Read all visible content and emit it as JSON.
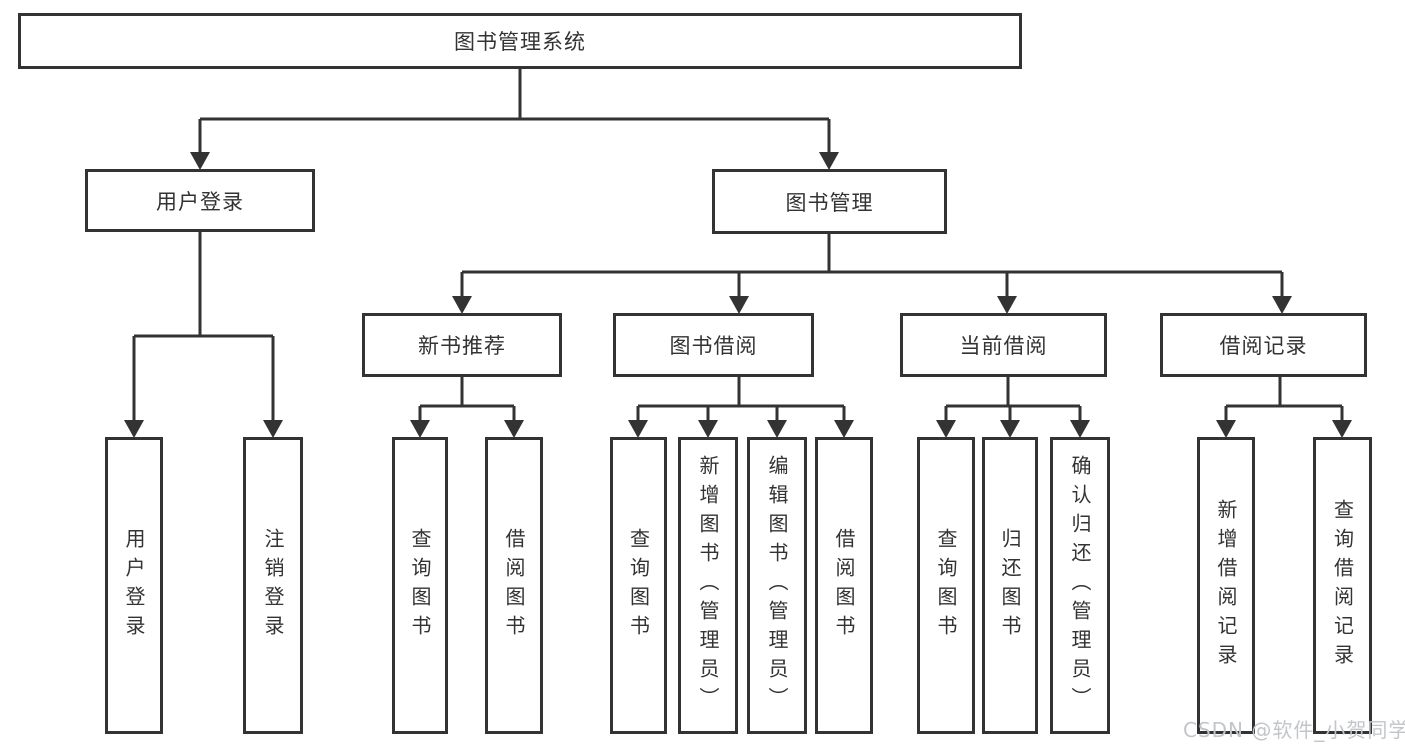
{
  "diagram": {
    "title_node": "图书管理系统",
    "level2": {
      "user_login": "用户登录",
      "book_management": "图书管理"
    },
    "level3": {
      "new_book": "新书推荐",
      "book_borrow": "图书借阅",
      "current_borrow": "当前借阅",
      "borrow_records": "借阅记录"
    },
    "leaves": {
      "login": [
        "用户登录",
        "注销登录"
      ],
      "new_book": [
        "查询图书",
        "借阅图书"
      ],
      "book_borrow": [
        "查询图书",
        "新增图书（管理员）",
        "编辑图书（管理员）",
        "借阅图书"
      ],
      "current_borrow": [
        "查询图书",
        "归还图书",
        "确认归还（管理员）"
      ],
      "borrow_records": [
        "新增借阅记录",
        "查询借阅记录"
      ]
    }
  },
  "watermark": "CSDN @软件_小贺同学",
  "colors": {
    "line": "#333333",
    "box_border": "#333333",
    "text": "#333333",
    "background": "#ffffff",
    "watermark": "#c2c6ca"
  }
}
